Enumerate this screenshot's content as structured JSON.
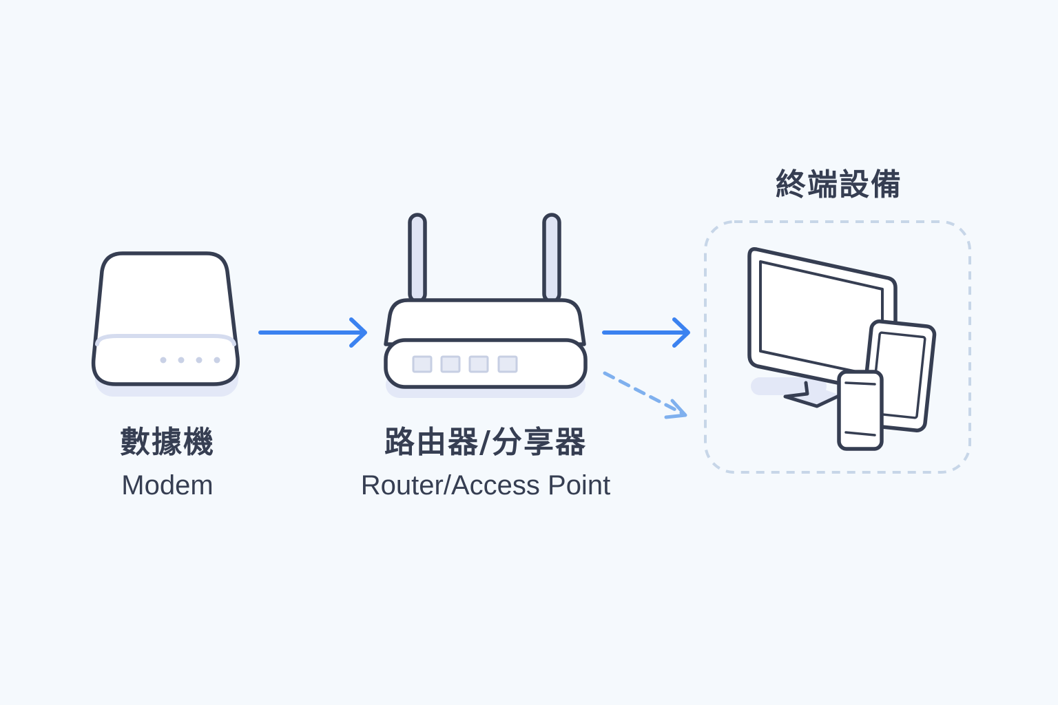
{
  "colors": {
    "background": "#f5f9fd",
    "stroke": "#363e52",
    "accent_arrow": "#3b82f0",
    "dashed_arrow": "#7fb0ee",
    "dashed_box": "#c7d6e8",
    "device_fill": "#ffffff",
    "device_tint": "#e3e8f7"
  },
  "nodes": {
    "modem": {
      "icon": "modem-icon",
      "label_zh": "數據機",
      "label_en": "Modem"
    },
    "router": {
      "icon": "router-icon",
      "label_zh": "路由器/分享器",
      "label_en": "Router/Access Point"
    },
    "end_devices": {
      "icon": "devices-icon",
      "label_zh": "終端設備"
    }
  },
  "edges": [
    {
      "from": "modem",
      "to": "router",
      "style": "solid"
    },
    {
      "from": "router",
      "to": "end_devices",
      "style": "solid"
    },
    {
      "from": "router",
      "to": "end_devices",
      "style": "dashed"
    }
  ]
}
